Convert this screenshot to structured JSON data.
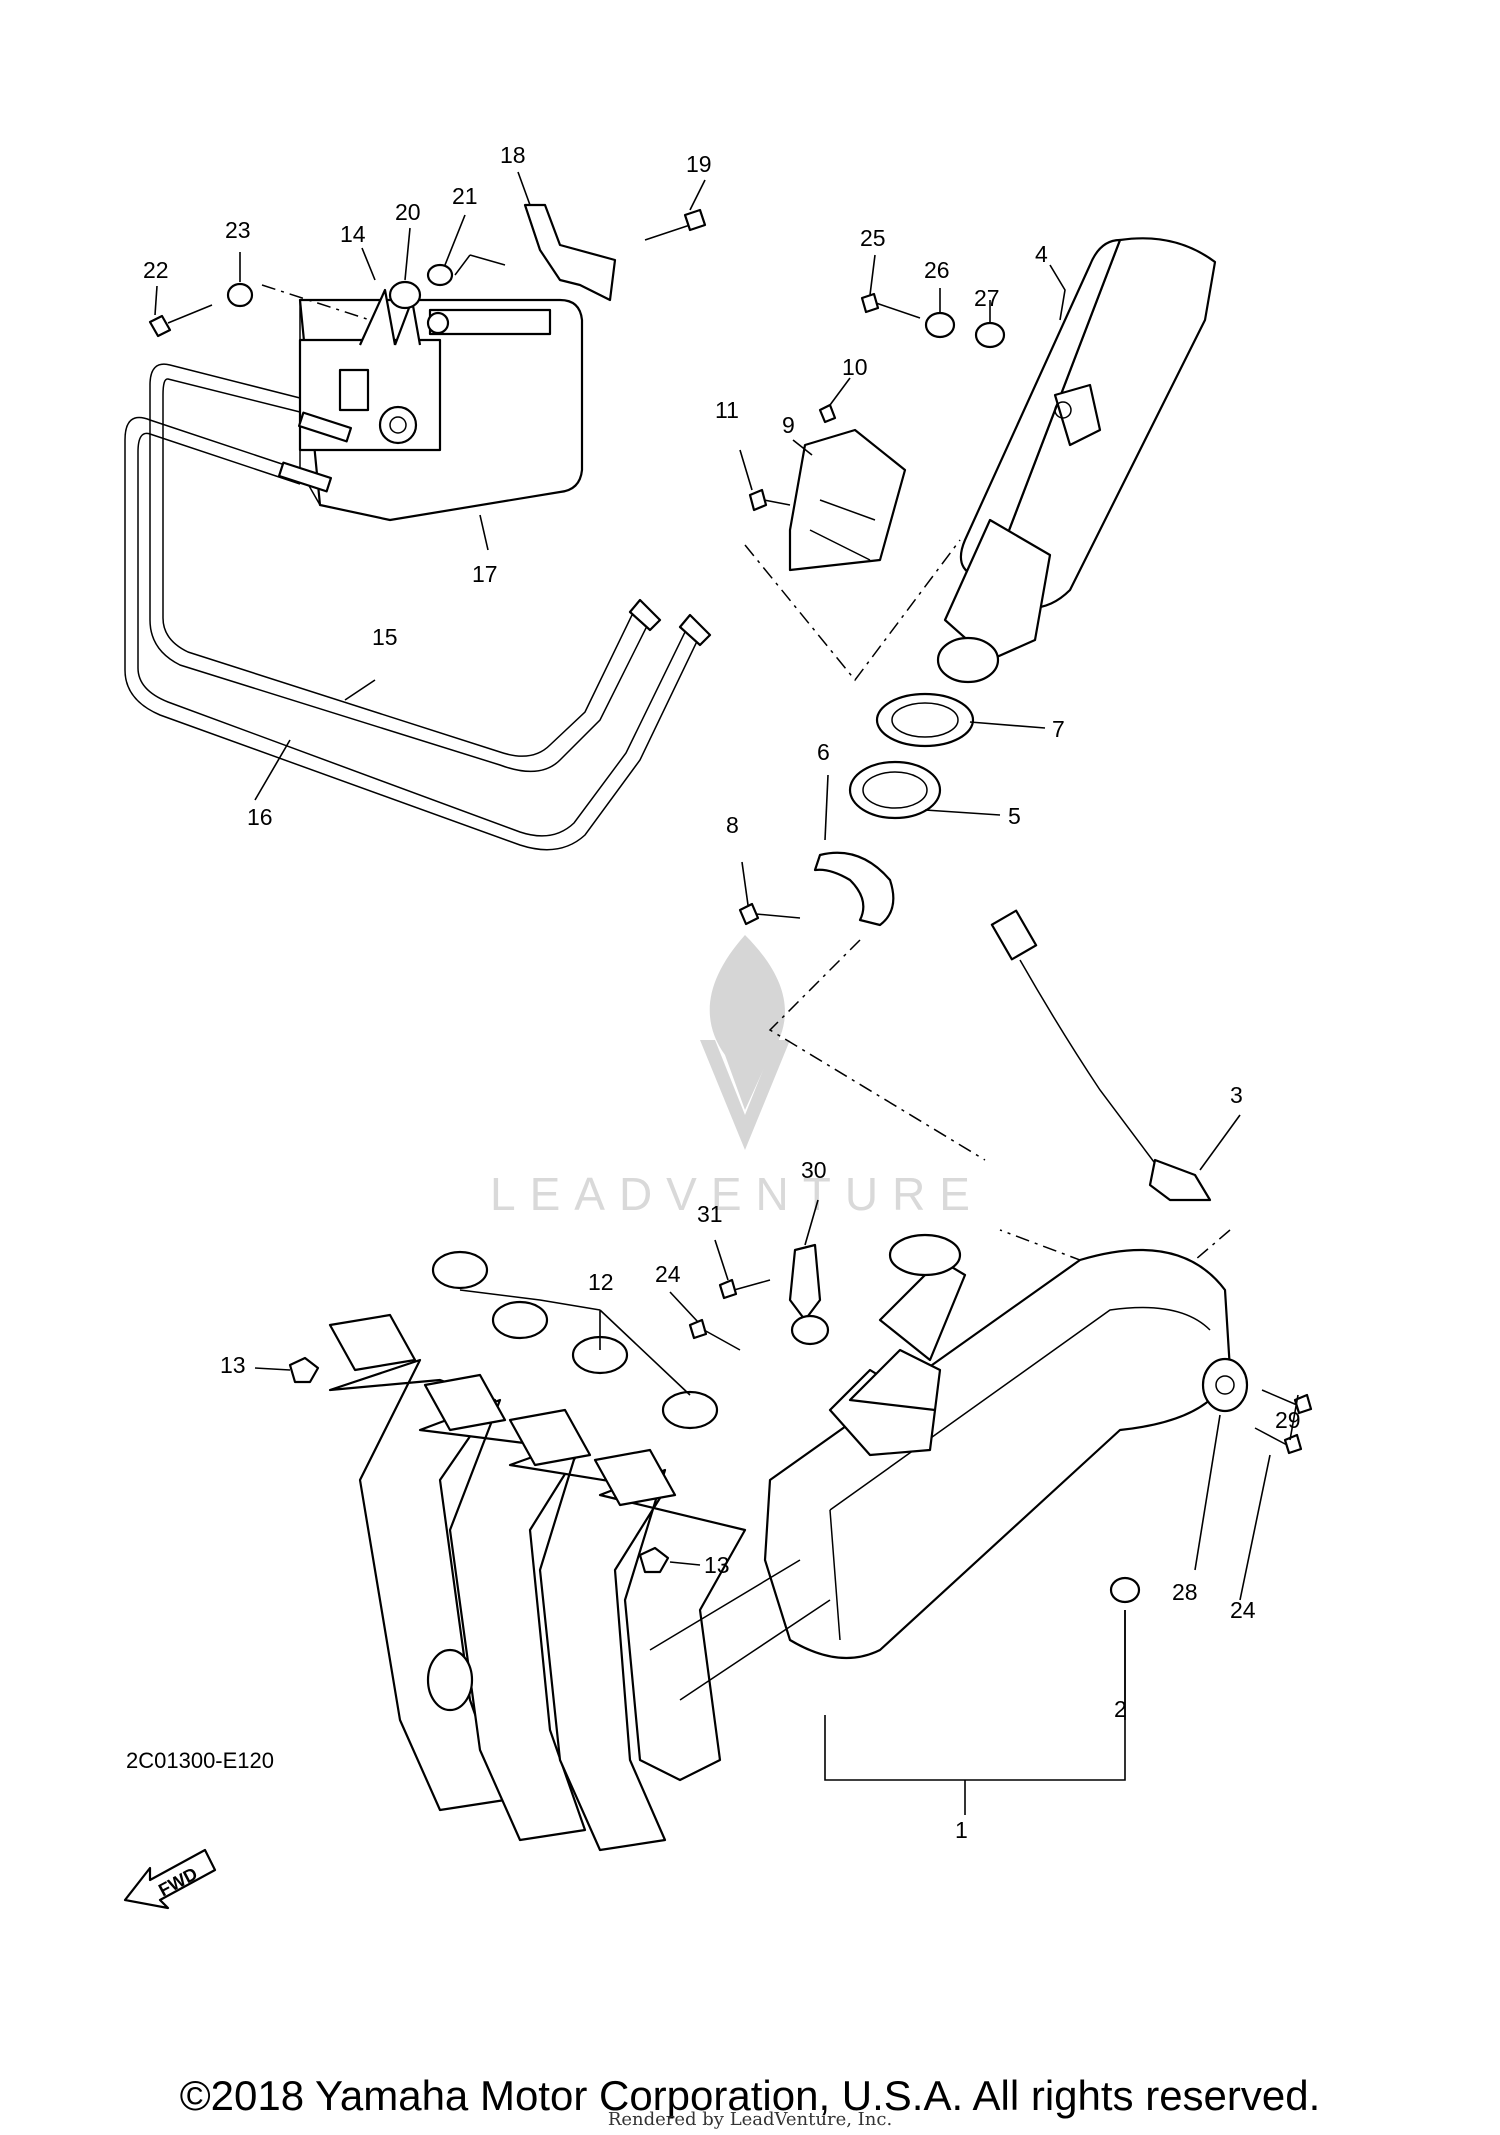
{
  "watermark": {
    "brand_text": "LEADVENTURE",
    "color": "#d6d6d6"
  },
  "callouts": [
    "1",
    "2",
    "3",
    "4",
    "5",
    "6",
    "7",
    "8",
    "9",
    "10",
    "11",
    "12",
    "13",
    "13",
    "14",
    "15",
    "16",
    "17",
    "18",
    "19",
    "20",
    "21",
    "22",
    "23",
    "24",
    "24",
    "25",
    "26",
    "27",
    "28",
    "29",
    "30",
    "31"
  ],
  "fwd_label": "FWD",
  "diagram_code": "2C01300-E120",
  "copyright": "©2018 Yamaha Motor Corporation, U.S.A. All rights reserved.",
  "render_credit": "Rendered by LeadVenture, Inc."
}
